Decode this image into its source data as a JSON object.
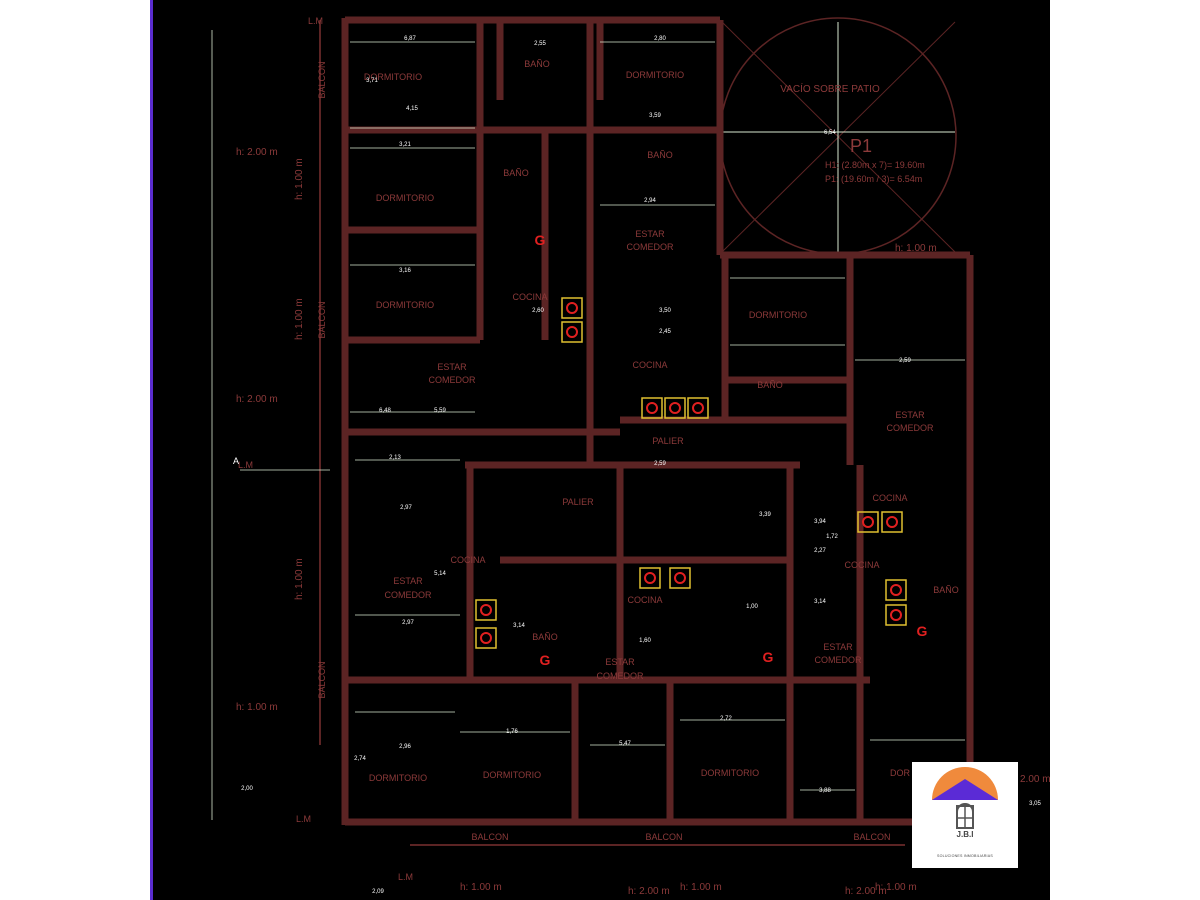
{
  "colors": {
    "background": "#000000",
    "wall": "#5c2424",
    "label": "#8c3a3a",
    "dimension": "#d8e8d0",
    "accent_green": "#3fbf3f",
    "fixture": "#e02020",
    "fixture_outline": "#e0c030",
    "border": "#5a2ccf"
  },
  "rooms": [
    "DORMITORIO",
    "BAÑO",
    "DORMITORIO",
    "VACÍO SOBRE PATIO",
    "BAÑO",
    "BAÑO",
    "DORMITORIO",
    "DORMITORIO",
    "COCINA",
    "ESTAR",
    "COMEDOR",
    "DORMITORIO",
    "COCINA",
    "BAÑO",
    "ESTAR",
    "COMEDOR",
    "ESTAR",
    "COMEDOR",
    "PALIER",
    "PALIER",
    "COCINA",
    "ESTAR",
    "COMEDOR",
    "BAÑO",
    "COCINA",
    "COCINA",
    "COCINA",
    "BAÑO",
    "ESTAR",
    "COMEDOR",
    "ESTAR",
    "COMEDOR",
    "DORMITORIO",
    "DORMITORIO",
    "DORMITORIO",
    "DOR",
    "BALCON",
    "BALCON",
    "BALCON",
    "BALCON",
    "BALCON",
    "BALCON"
  ],
  "patio": {
    "title": "P1",
    "h1": "H1: (2.80m x 7)= 19.60m",
    "p1": "P1: (19.60m / 3)= 6.54m",
    "diameter": "6,54"
  },
  "heights": [
    "h: 2.00 m",
    "h: 1.00 m",
    "h: 1.00 m",
    "h: 2.00 m",
    "h: 1.00 m",
    "h: 1.00 m",
    "h: 1.00 m",
    "h: 1.00 m",
    "h: 1.00 m",
    "h: 2.00 m",
    "h: 2.00 m",
    "h: 1.00 m",
    "2.00 m"
  ],
  "markers": [
    "L.M",
    "L.M",
    "L.M",
    "L.M",
    "A"
  ],
  "dimensions": [
    "6,87",
    "2,55",
    "2,80",
    "4,15",
    "3,59",
    "3,71",
    "3,21",
    "3,16",
    "2,60",
    "2,94",
    "3,50",
    "2,45",
    "5,59",
    "6,48",
    "2,13",
    "2,97",
    "5,14",
    "2,97",
    "3,14",
    "5,47",
    "1,60",
    "2,27",
    "3,14",
    "2,96",
    "1,76",
    "2,72",
    "3,88",
    "3,39",
    "3,94",
    "2,74",
    "3,05",
    "2,59",
    "2,59",
    "1,00",
    "1,72",
    "2,09",
    "2,00"
  ],
  "logo": {
    "name": "J.B.I",
    "subtitle": "SOLUCIONES INMOBILIARIAS",
    "colors": {
      "sun": "#f08a3c",
      "roof": "#5b2bd6",
      "window": "#555555"
    }
  }
}
